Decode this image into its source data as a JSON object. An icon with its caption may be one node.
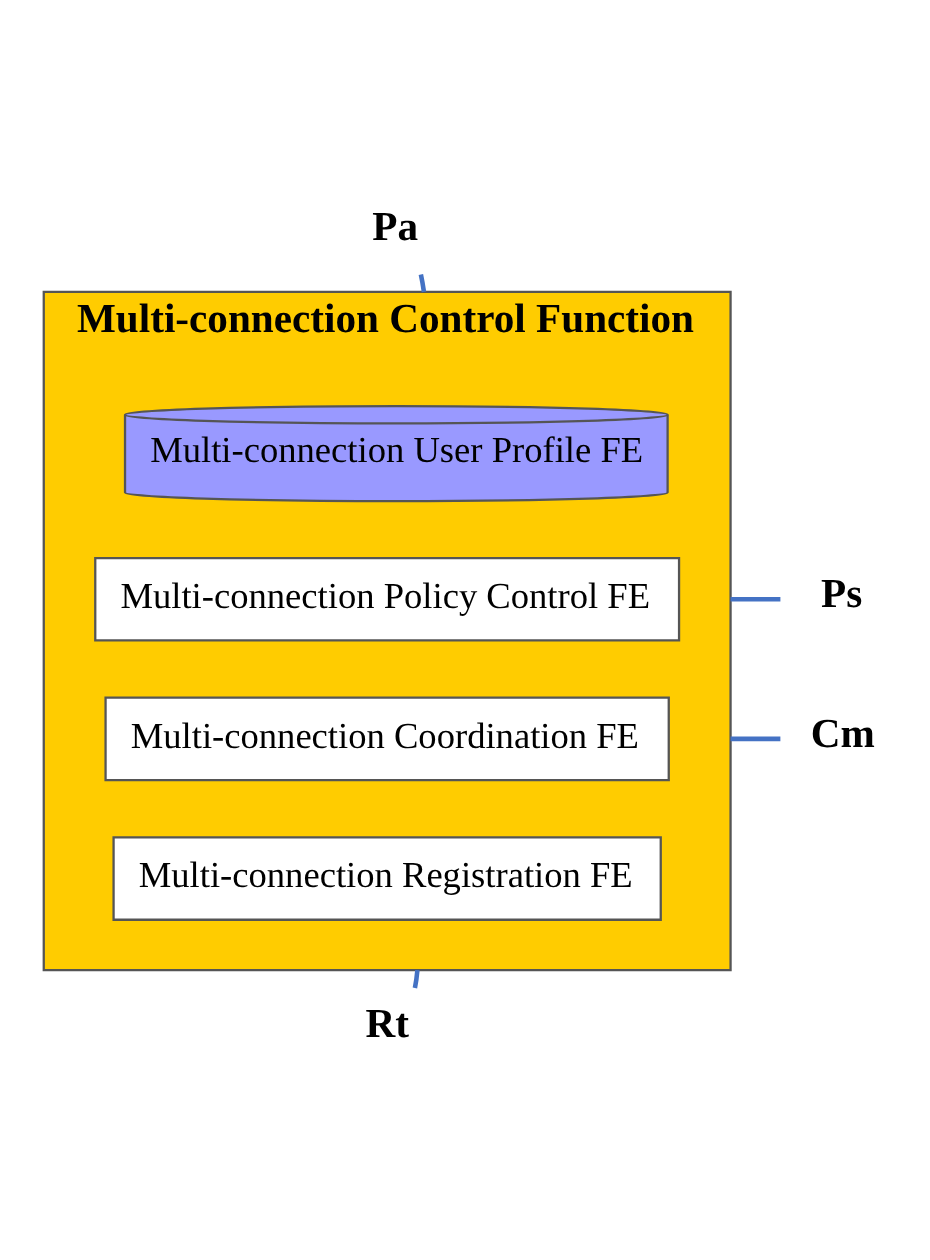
{
  "diagram": {
    "nodes": [
      {
        "text": [
          "Multi-connection Control Function"
        ]
      },
      {
        "text": [
          "Multi-connection User Profile FE"
        ],
        "in": 0
      },
      {
        "text": [
          "Multi-connection Policy Control FE"
        ],
        "in": 0
      },
      {
        "text": [
          "Multi-connection Coordination FE"
        ],
        "in": 0
      },
      {
        "text": [
          "Multi-connection Registration FE"
        ],
        "in": 0
      },
      {
        "text": [
          "Pa"
        ]
      },
      {
        "text": [
          "Ps"
        ]
      },
      {
        "text": [
          "Cm"
        ]
      },
      {
        "text": [
          "Rt"
        ]
      }
    ],
    "edges": [
      {
        "from": 5,
        "to": 0,
        "arrow": "none",
        "color": "#4472c4"
      },
      {
        "from": 6,
        "to": 0,
        "arrow": "none",
        "color": "#4472c4"
      },
      {
        "from": 7,
        "to": 0,
        "arrow": "none",
        "color": "#4472c4"
      },
      {
        "from": 8,
        "to": 0,
        "arrow": "none",
        "color": "#4472c4"
      }
    ]
  }
}
